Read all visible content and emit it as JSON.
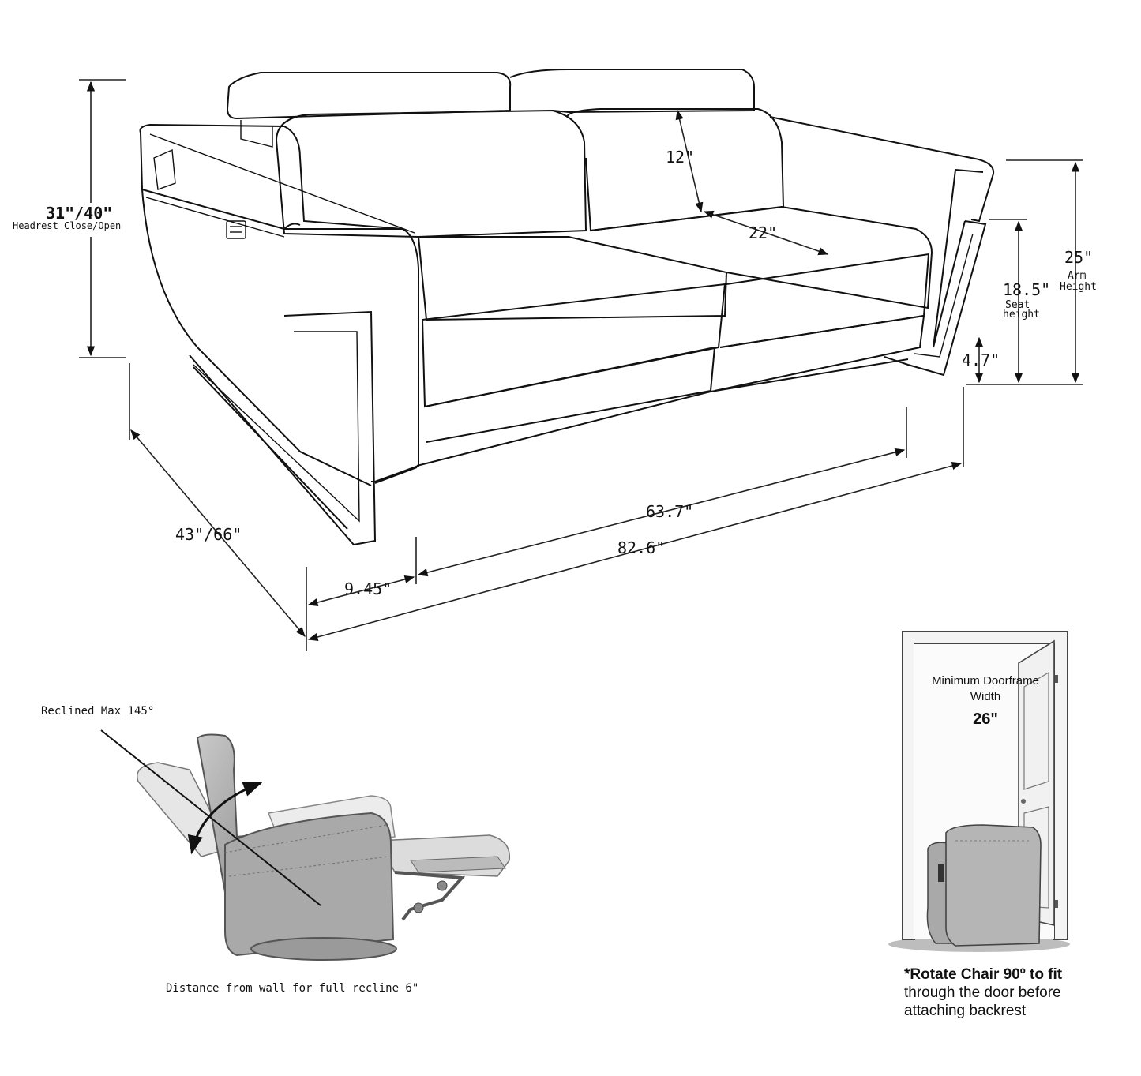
{
  "sofa": {
    "headrest_height": "31\"/40\"",
    "headrest_note": "Headrest Close/Open",
    "back_height": "12\"",
    "seat_depth": "22\"",
    "arm_height_value": "25\"",
    "arm_height_label_1": "Arm",
    "arm_height_label_2": "Height",
    "seat_height_value": "18.5\"",
    "seat_height_label_1": "Seat",
    "seat_height_label_2": "height",
    "leg_clearance": "4.7\"",
    "depth": "43\"/66\"",
    "seat_width": "63.7\"",
    "total_width": "82.6\"",
    "arm_width": "9.45\""
  },
  "recliner": {
    "angle_label": "Reclined Max 145°",
    "wall_note": "Distance from wall for full recline 6\""
  },
  "door": {
    "title_line1": "Minimum Doorframe",
    "title_line2": "Width",
    "width_value": "26\"",
    "note_line1": "*Rotate Chair 90º to fit",
    "note_line2": "through the door before",
    "note_line3": "attaching backrest"
  }
}
